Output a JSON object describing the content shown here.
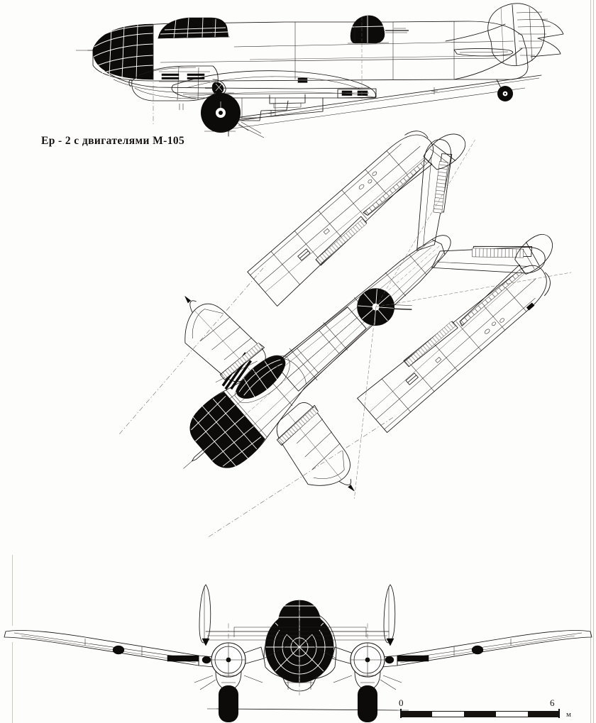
{
  "document": {
    "type": "technical-three-view-drawing",
    "subject": "Yer-2 long-range bomber",
    "caption": "Ер - 2 с двигателями М-105",
    "background_color": "#fdfdfc",
    "ink_color": "#15120f"
  },
  "scale": {
    "start_label": "0",
    "end_label": "6",
    "unit_label": "м",
    "segments": 5,
    "segment_fill": [
      "on",
      "off",
      "on",
      "off",
      "on"
    ]
  },
  "views": [
    {
      "id": "side-view",
      "name": "Side elevation",
      "features": [
        "glazed nose",
        "offset pilot canopy",
        "dorsal turret",
        "engine nacelle with exhaust stacks",
        "main landing gear wheel",
        "tail wheel",
        "single large fin"
      ]
    },
    {
      "id": "plan-view",
      "name": "Plan view (rotated)",
      "rotation_deg": -41,
      "features": [
        "gull wing",
        "twin fins",
        "glazed nose",
        "dorsal turret",
        "ailerons",
        "flaps",
        "engine nacelles"
      ]
    },
    {
      "id": "front-view",
      "name": "Front elevation",
      "features": [
        "inverted gull wing",
        "two engine nacelles",
        "two main wheels",
        "glazed nose",
        "twin fins",
        "ground line"
      ]
    }
  ]
}
